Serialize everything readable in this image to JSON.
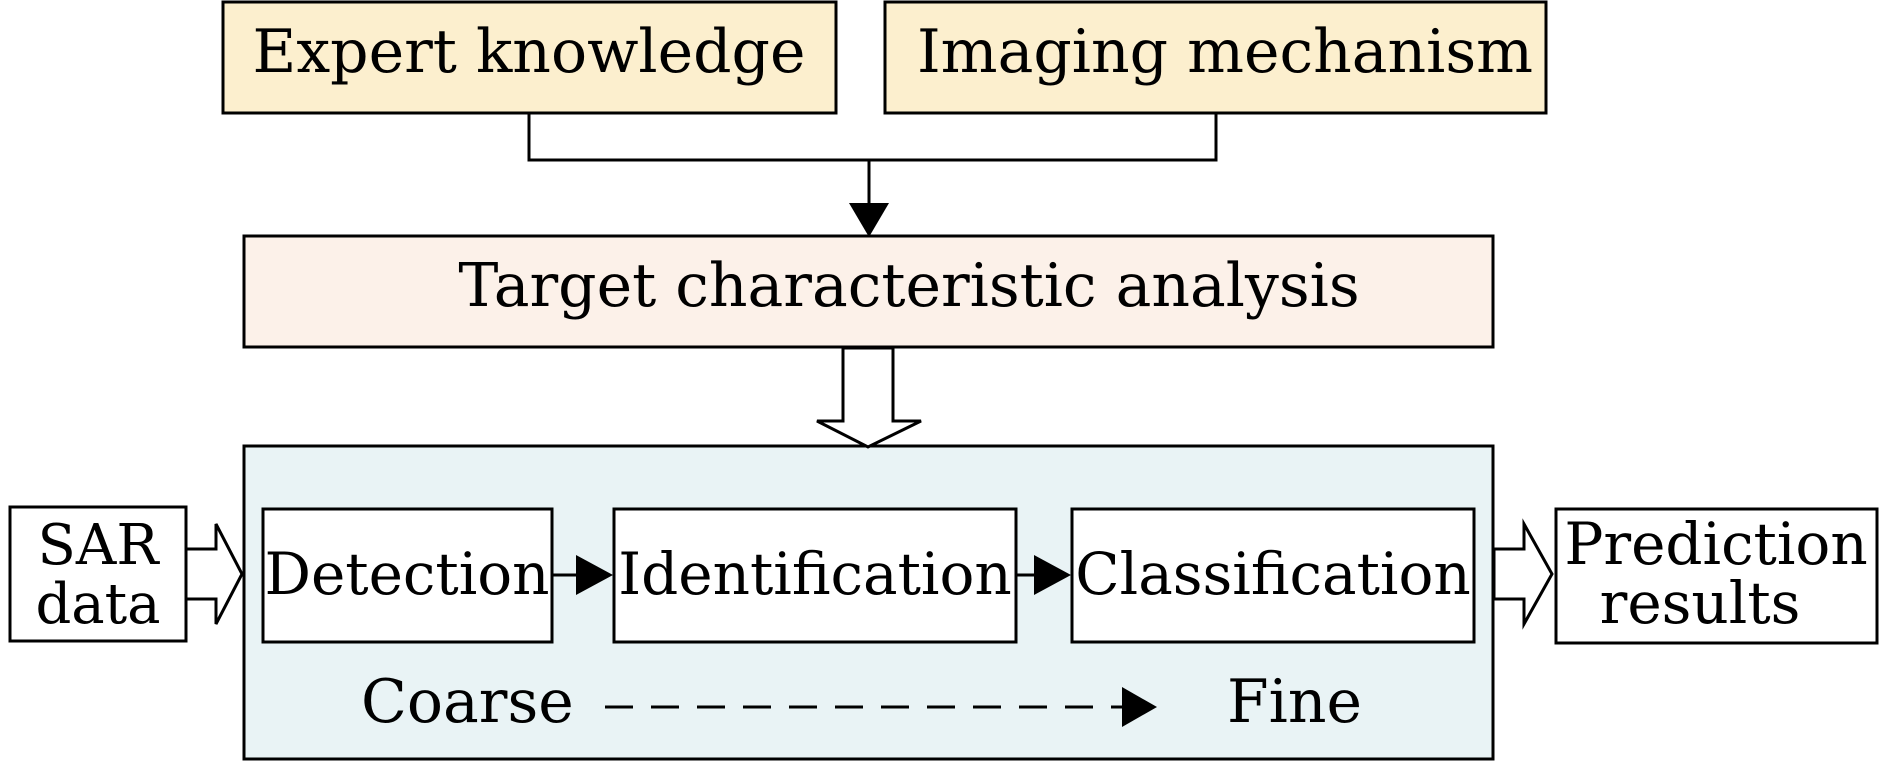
{
  "inputs": {
    "expert": "Expert knowledge",
    "imaging": "Imaging mechanism"
  },
  "analysis": "Target characteristic analysis",
  "sar": {
    "line1": "SAR",
    "line2": "data"
  },
  "stages": [
    "Detection",
    "Identification",
    "Classification"
  ],
  "prediction": {
    "line1": "Prediction",
    "line2": "results"
  },
  "scale": {
    "coarse": "Coarse",
    "fine": "Fine"
  },
  "colors": {
    "input_fill": "#fcefce",
    "analysis_fill": "#fcf1e9",
    "pipeline_fill": "#e9f3f5",
    "box_fill": "#ffffff",
    "stroke": "#000000"
  }
}
